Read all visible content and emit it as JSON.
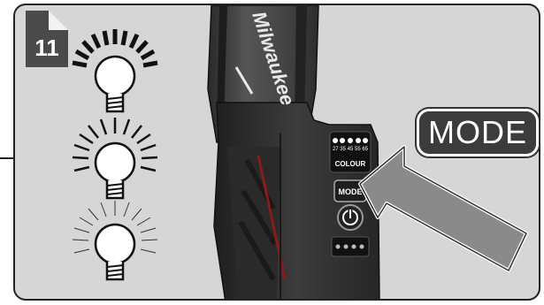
{
  "step": {
    "number": "11"
  },
  "brand": {
    "logo_text": "Milwaukee"
  },
  "callout": {
    "mode_label": "MODE"
  },
  "tool": {
    "mode_button_label": "MODE",
    "colour_label": "COLOUR",
    "colour_values": "27 35 45 55 65"
  },
  "brightness_levels": [
    {
      "level": "high",
      "icon": "bright-bulb-icon"
    },
    {
      "level": "medium",
      "icon": "medium-bulb-icon"
    },
    {
      "level": "low",
      "icon": "dim-bulb-icon"
    }
  ],
  "colors": {
    "panel": "#d6d6d6",
    "tool_body": "#3a3a3a",
    "accent_red": "#b11b22"
  }
}
